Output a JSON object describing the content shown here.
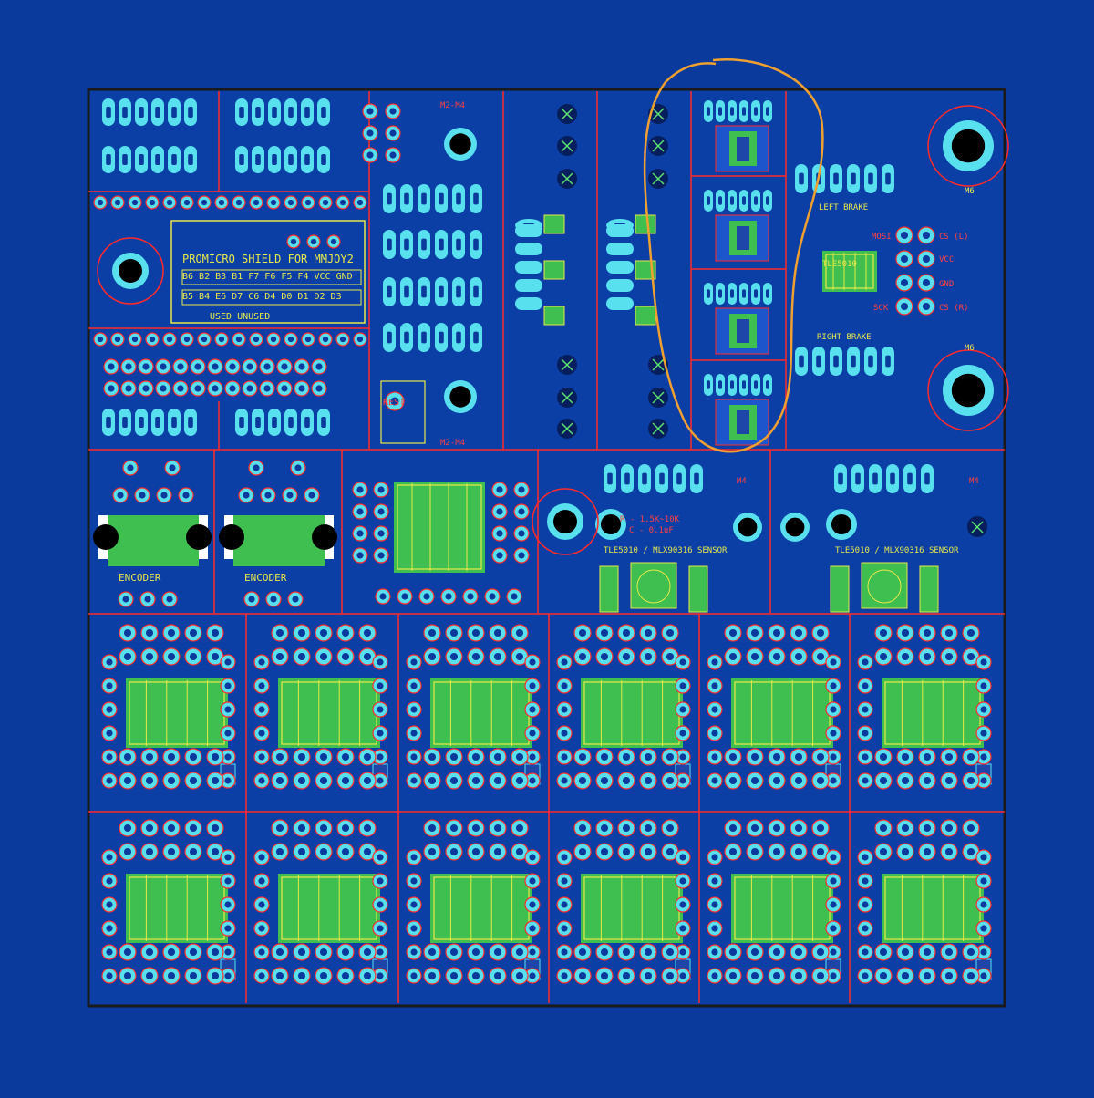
{
  "colors": {
    "canvas": "#0a3a9c",
    "board": "#0b3fa6",
    "copper_fill": "#1346b8",
    "outline": "#ff2a2a",
    "pad": "#58e0ee",
    "drill": "#0a3a9c",
    "silkscreen": "#e8e84a",
    "trace_green": "#3fbf4f",
    "highlight": "#f0a030"
  },
  "icons": {
    "mount_hole": "mount-hole-icon",
    "via": "via-icon"
  },
  "labels": {
    "shield_title": "PROMICRO SHIELD FOR MMJOY2",
    "pin_row_1": "B6 B2 B3 B1 F7 F6 F5 F4 VCC GND",
    "pin_row_2": "B5 B4 E6 D7 C6 D4 D0 D1 D2 D3",
    "used_unused": "USED  UNUSED",
    "rest": "REST",
    "m2_top": "M2-M4",
    "m2_bottom": "M2-M4",
    "m4_a": "M4",
    "m4_b": "M4",
    "m6_top": "M6",
    "m6_bottom": "M6",
    "left_brake": "LEFT BRAKE",
    "right_brake": "RIGHT BRAKE",
    "hall_sensor_a": "TLE5010 / MLX90316 SENSOR",
    "hall_sensor_b": "TLE5010 / MLX90316 SENSOR",
    "encoder_1": "ENCODER",
    "encoder_2": "ENCODER",
    "chip_label": "TLE5010",
    "cs_l": "CS (L)",
    "cs_r": "CS (R)",
    "vcc": "VCC",
    "gnd": "GND",
    "mosi": "MOSI",
    "sck": "SCK",
    "r_values": "R - 1.5K~10K",
    "c_values": "C - 0.1uF"
  }
}
